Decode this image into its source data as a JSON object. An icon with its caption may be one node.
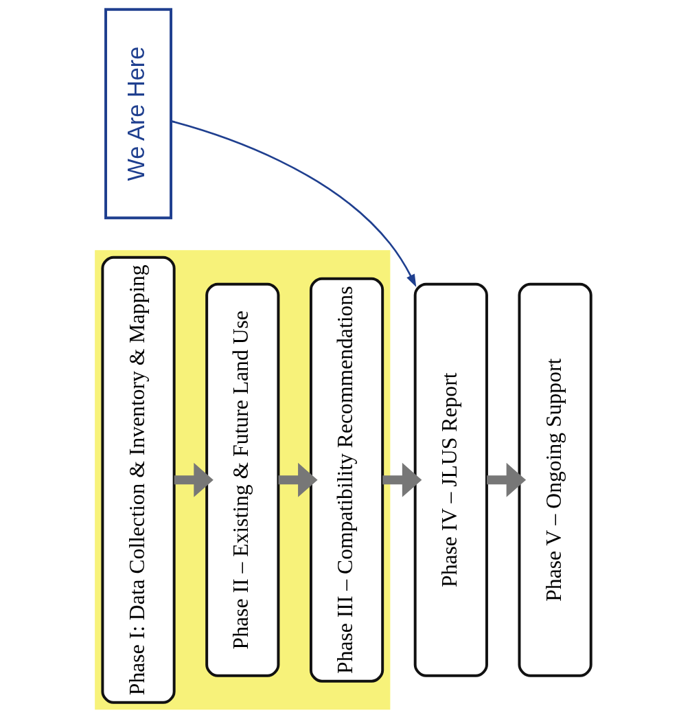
{
  "diagram": {
    "nodes": [
      {
        "text": [],
        "shape": "box"
      },
      {
        "text": [
          "Phase I: Data Collection & Inventory & Mapping"
        ],
        "in": 0
      },
      {
        "text": [
          "Phase II – Existing & Future Land Use"
        ],
        "in": 0
      },
      {
        "text": [
          "Phase III – Compatibility Recommendations"
        ],
        "in": 0
      },
      {
        "text": [
          "Phase IV – JLUS Report"
        ]
      },
      {
        "text": [
          "Phase V – Ongoing Support"
        ]
      },
      {
        "text": [
          "We Are Here"
        ]
      }
    ],
    "edges": [
      {
        "from": 1,
        "to": 2,
        "arrow": "to"
      },
      {
        "from": 2,
        "to": 3,
        "arrow": "to"
      },
      {
        "from": 3,
        "to": 4,
        "arrow": "to"
      },
      {
        "from": 4,
        "to": 5,
        "arrow": "to"
      },
      {
        "from": 6,
        "to": 4,
        "arrow": "to",
        "color": "#1f3f8f"
      }
    ]
  }
}
